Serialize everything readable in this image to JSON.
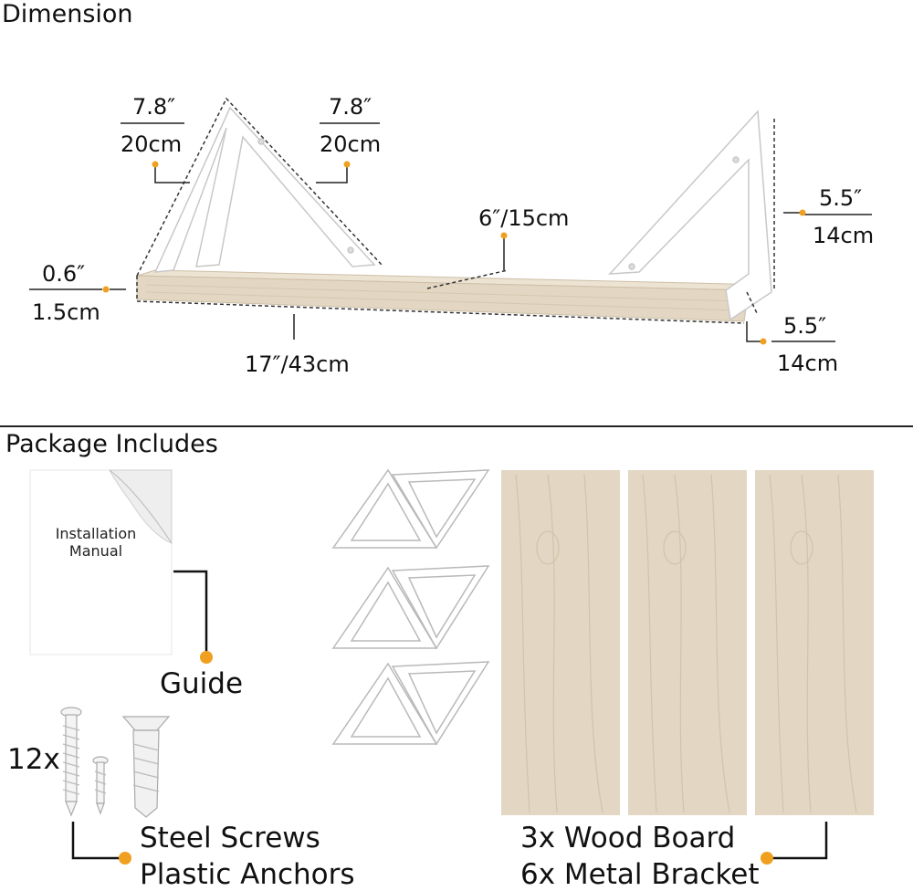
{
  "dimension": {
    "title": "Dimension",
    "labels": {
      "bracket_left_in": "7.8″",
      "bracket_left_cm": "20cm",
      "bracket_right_in": "7.8″",
      "bracket_right_cm": "20cm",
      "depth_center": "6″/15cm",
      "right_height_in": "5.5″",
      "right_height_cm": "14cm",
      "thickness_in": "0.6″",
      "thickness_cm": "1.5cm",
      "length": "17″/43cm",
      "right_depth_in": "5.5″",
      "right_depth_cm": "14cm"
    }
  },
  "package": {
    "title": "Package Includes",
    "manual_text": "Installation\nManual",
    "guide_label": "Guide",
    "screw_count": "12x",
    "screws_line1": "Steel Screws",
    "screws_line2": "Plastic Anchors",
    "boards_line1": "3x Wood Board",
    "boards_line2": "6x Metal Bracket"
  },
  "colors": {
    "accent_dot": "#F0A020",
    "wood": "#E3D7C3",
    "bracket": "#FFFFFF",
    "bracket_stroke": "#BBBBBB",
    "divider": "#222222"
  }
}
